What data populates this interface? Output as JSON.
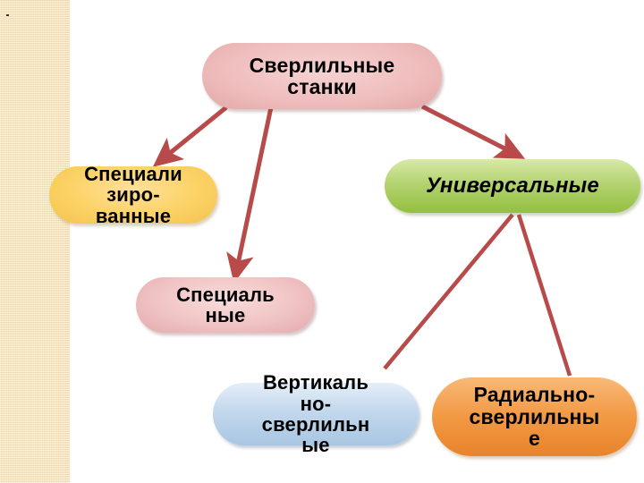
{
  "slide": {
    "title": "Сверлильные станки",
    "background_color": "#ffffff",
    "sidebar_color": "#f4e7c3"
  },
  "diagram": {
    "type": "hierarchy-tree",
    "arrow_color": "#b84a4a",
    "nodes": [
      {
        "id": "root",
        "label": "Сверлильные\nстанки",
        "color": "#efbdbd",
        "shape": "rounded-pill",
        "italic": false
      },
      {
        "id": "specialized",
        "label": "Специали\nзиро-\nванные",
        "color": "#fcd265",
        "shape": "rounded-pill",
        "italic": false
      },
      {
        "id": "universal",
        "label": "Универсальные",
        "color": "#93c03f",
        "shape": "rounded-pill",
        "italic": true
      },
      {
        "id": "special",
        "label": "Специаль\nные",
        "color": "#f0c3c3",
        "shape": "rounded-pill",
        "italic": false
      },
      {
        "id": "vertical",
        "label": "Вертикаль\nно-\nсверлильн\nые",
        "color": "#c3d8ed",
        "shape": "rounded-pill",
        "italic": false
      },
      {
        "id": "radial",
        "label": "Радиально-\nсверлильны\nе",
        "color": "#f29a45",
        "shape": "rounded-pill",
        "italic": false
      }
    ],
    "edges": [
      {
        "from": "root",
        "to": "specialized",
        "arrowhead": true
      },
      {
        "from": "root",
        "to": "special",
        "arrowhead": true
      },
      {
        "from": "root",
        "to": "universal",
        "arrowhead": true
      },
      {
        "from": "universal",
        "to": "vertical",
        "arrowhead": false
      },
      {
        "from": "universal",
        "to": "radial",
        "arrowhead": false
      }
    ]
  }
}
